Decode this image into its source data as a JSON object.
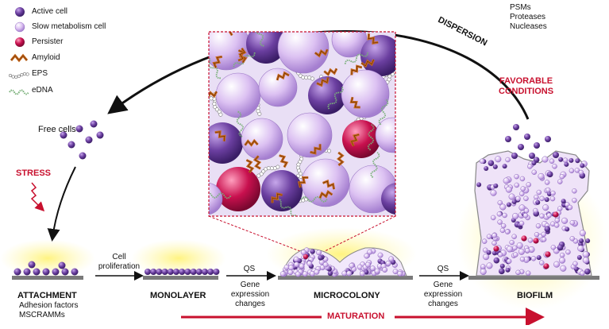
{
  "legend": [
    {
      "label": "Active cell",
      "icon": "active-cell-icon"
    },
    {
      "label": "Slow metabolism cell",
      "icon": "slow-cell-icon"
    },
    {
      "label": "Persister",
      "icon": "persister-icon"
    },
    {
      "label": "Amyloid",
      "icon": "amyloid-icon"
    },
    {
      "label": "EPS",
      "icon": "eps-icon"
    },
    {
      "label": "eDNA",
      "icon": "edna-icon"
    }
  ],
  "dispersion": {
    "label": "DISPERSION",
    "agents": "PSMs\nProteases\nNucleases"
  },
  "favorable": "FAVORABLE\nCONDITIONS",
  "free_cells": "Free cells",
  "stress": "STRESS",
  "stages": {
    "attachment": "ATTACHMENT",
    "attachment_sub": "Adhesion factors\nMSCRAMMs",
    "monolayer": "MONOLAYER",
    "microcolony": "MICROCOLONY",
    "biofilm": "BIOFILM"
  },
  "transitions": {
    "proliferation": "Cell\nproliferation",
    "qs1": "QS",
    "gene1": "Gene\nexpression\nchanges",
    "qs2": "QS",
    "gene2": "Gene\nexpression\nchanges"
  },
  "maturation": "MATURATION",
  "colors": {
    "active": "#6a3d9a",
    "slow": "#d7b8ee",
    "persister": "#c8104e",
    "amyloid": "#d2691e",
    "red": "#c8102e",
    "glow": "#fff59a"
  }
}
